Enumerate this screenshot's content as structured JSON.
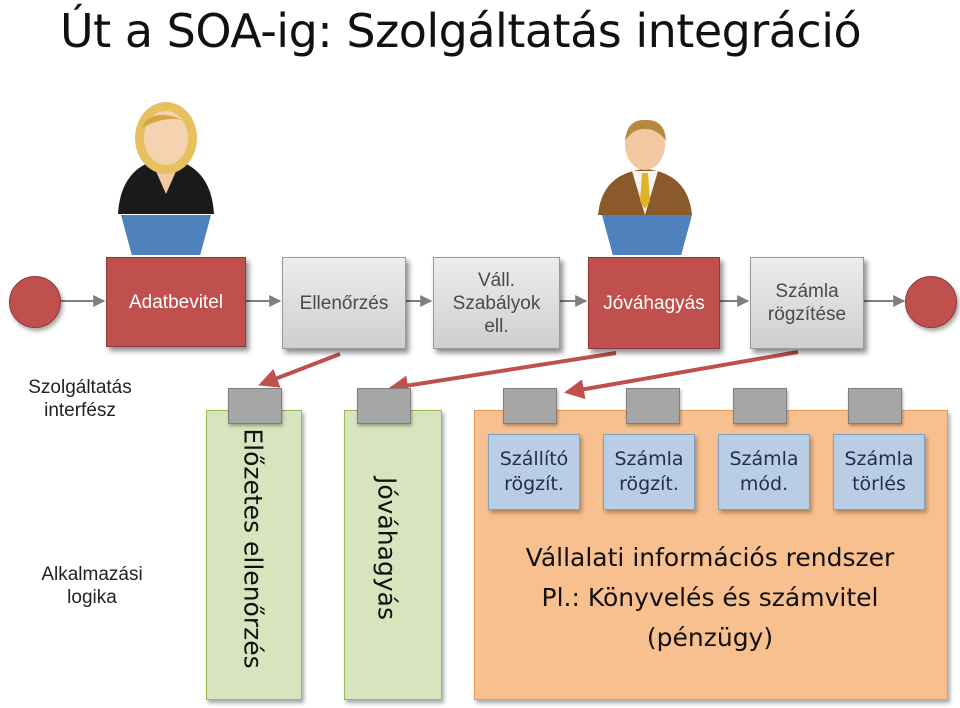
{
  "title": "Út a SOA-ig: Szolgáltatás integráció",
  "process": {
    "steps": [
      {
        "label": "Adatbevitel",
        "style": "red"
      },
      {
        "label": "Ellenőrzés",
        "style": "gray"
      },
      {
        "label": "Váll.\nSzabályok\nell.",
        "style": "gray"
      },
      {
        "label": "Jóváhagyás",
        "style": "red"
      },
      {
        "label": "Számla\nrögzítése",
        "style": "gray"
      }
    ],
    "actors": [
      "female-user-icon",
      "male-user-icon"
    ]
  },
  "layers": {
    "service_interface": "Szolgáltatás\ninterfész",
    "application_logic": "Alkalmazási\nlogika"
  },
  "components": {
    "precheck": "Előzetes ellenőrzés",
    "approval": "Jóváhagyás",
    "erp_services": [
      "Szállító\nrögzít.",
      "Számla\nrögzít.",
      "Számla\nmód.",
      "Számla\ntörlés"
    ],
    "erp_line1": "Vállalati információs rendszer",
    "erp_line2": "Pl.: Könyvelés és számvitel",
    "erp_line3": "(pénzügy)"
  },
  "colors": {
    "step_red": "#c0504d",
    "arrow": "#c0504d",
    "screen": "#4f81bd",
    "panel_green": "#d7e4bd",
    "panel_orange": "#f9c08f",
    "service_blue": "#b9cde5",
    "port_gray": "#a6a6a6"
  }
}
